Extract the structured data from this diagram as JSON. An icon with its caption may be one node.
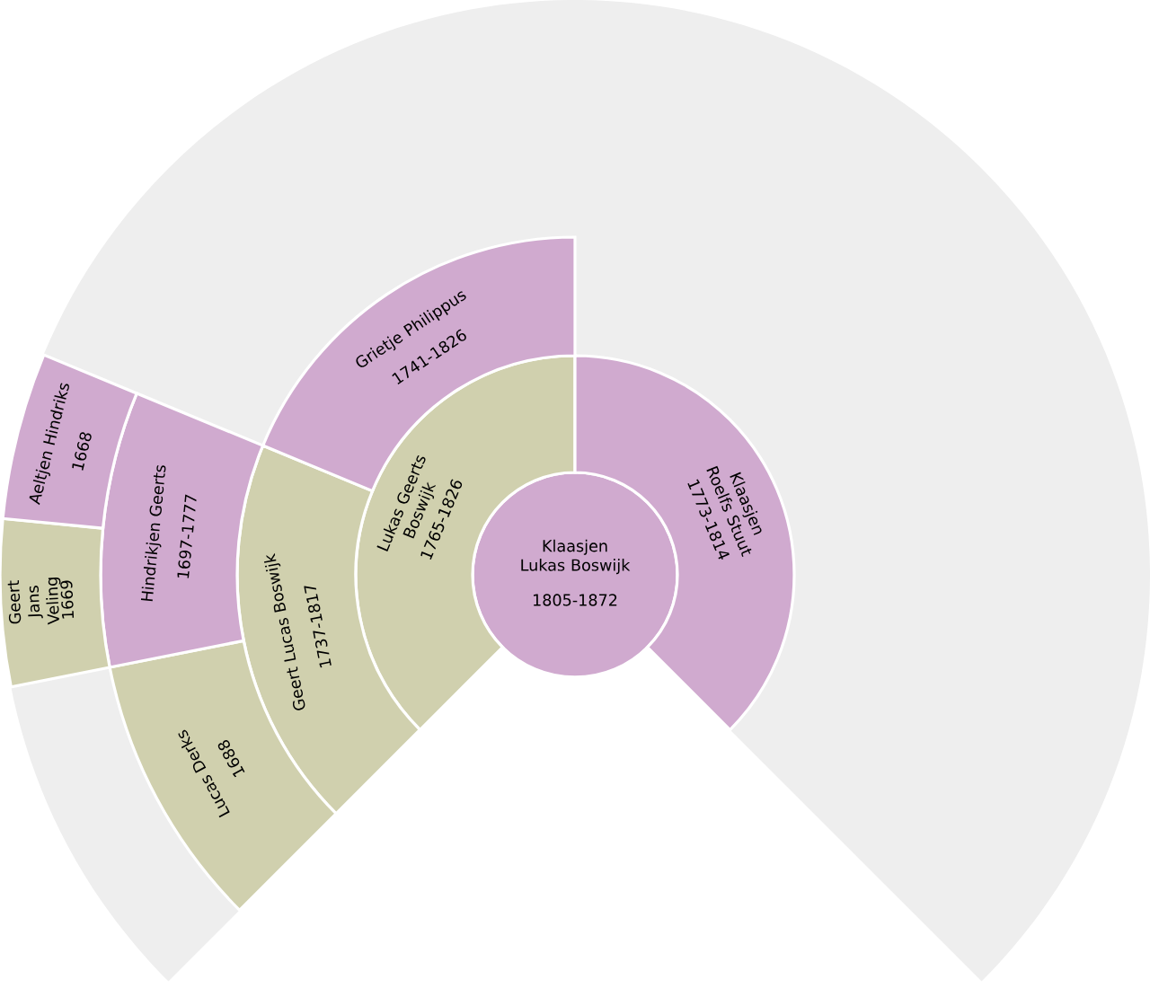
{
  "diagram": {
    "nodes": [
      {
        "text": [
          "Klaasjen Lukas Boswijk",
          "1805-1872"
        ]
      },
      {
        "text": [
          "Lukas Geerts Boswijk",
          "1765-1826"
        ]
      },
      {
        "text": [
          "Klaasjen Roelfs Stuut",
          "1773-1814"
        ]
      },
      {
        "text": [
          "Geert Lucas Boswijk",
          "1737-1817"
        ]
      },
      {
        "text": [
          "Grietje Philippus",
          "1741-1826"
        ]
      },
      {
        "text": [
          "Lucas Derks",
          "1688"
        ]
      },
      {
        "text": [
          "Hindrikjen Geerts",
          "1697-1777"
        ]
      },
      {
        "text": [
          "Geert Jans Veling",
          "1669"
        ]
      },
      {
        "text": [
          "Aeltjen Hindriks",
          "1668"
        ]
      }
    ]
  }
}
